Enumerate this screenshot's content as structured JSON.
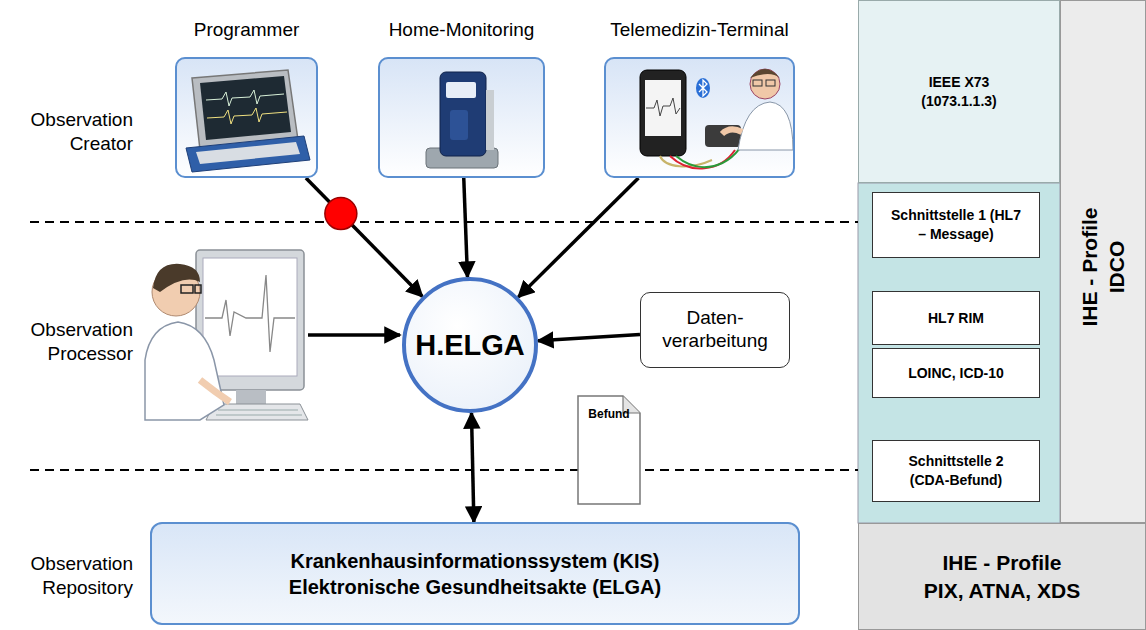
{
  "diagram": {
    "nodes": [
      {
        "text": [
          "Programmer"
        ]
      },
      {
        "text": [
          "Home-Monitoring"
        ]
      },
      {
        "text": [
          "Telemedizin-Terminal"
        ]
      },
      {
        "text": [
          "H.ELGA"
        ]
      },
      {
        "text": [
          "Daten- verarbeitung"
        ]
      },
      {
        "text": [
          "Befund"
        ]
      },
      {
        "text": [
          "Krankenhausinformationssystem (KIS)",
          "Elektronische Gesundheitsakte (ELGA)"
        ]
      },
      {
        "text": [
          "IEEE X73 (1073.1.1.3)"
        ]
      },
      {
        "text": [
          "Schnittstelle 1 (HL7 – Message)"
        ]
      },
      {
        "text": [
          "HL7 RIM"
        ]
      },
      {
        "text": [
          "LOINC, ICD-10"
        ]
      },
      {
        "text": [
          "Schnittstelle 2 (CDA-Befund)"
        ]
      },
      {
        "text": [
          "IHE - Profile",
          "IDCO"
        ]
      },
      {
        "text": [
          "IHE - Profile",
          "PIX, ATNA, XDS"
        ]
      }
    ],
    "edges": [
      {
        "from": 0,
        "to": 3,
        "arrow": "to"
      },
      {
        "from": 1,
        "to": 3,
        "arrow": "to"
      },
      {
        "from": 2,
        "to": 3,
        "arrow": "to"
      },
      {
        "from": 4,
        "to": 3,
        "arrow": "to"
      },
      {
        "from": 3,
        "to": 6,
        "arrow": "both"
      }
    ],
    "labels": [
      "Observation Creator",
      "Observation Processor",
      "Observation Repository"
    ]
  }
}
